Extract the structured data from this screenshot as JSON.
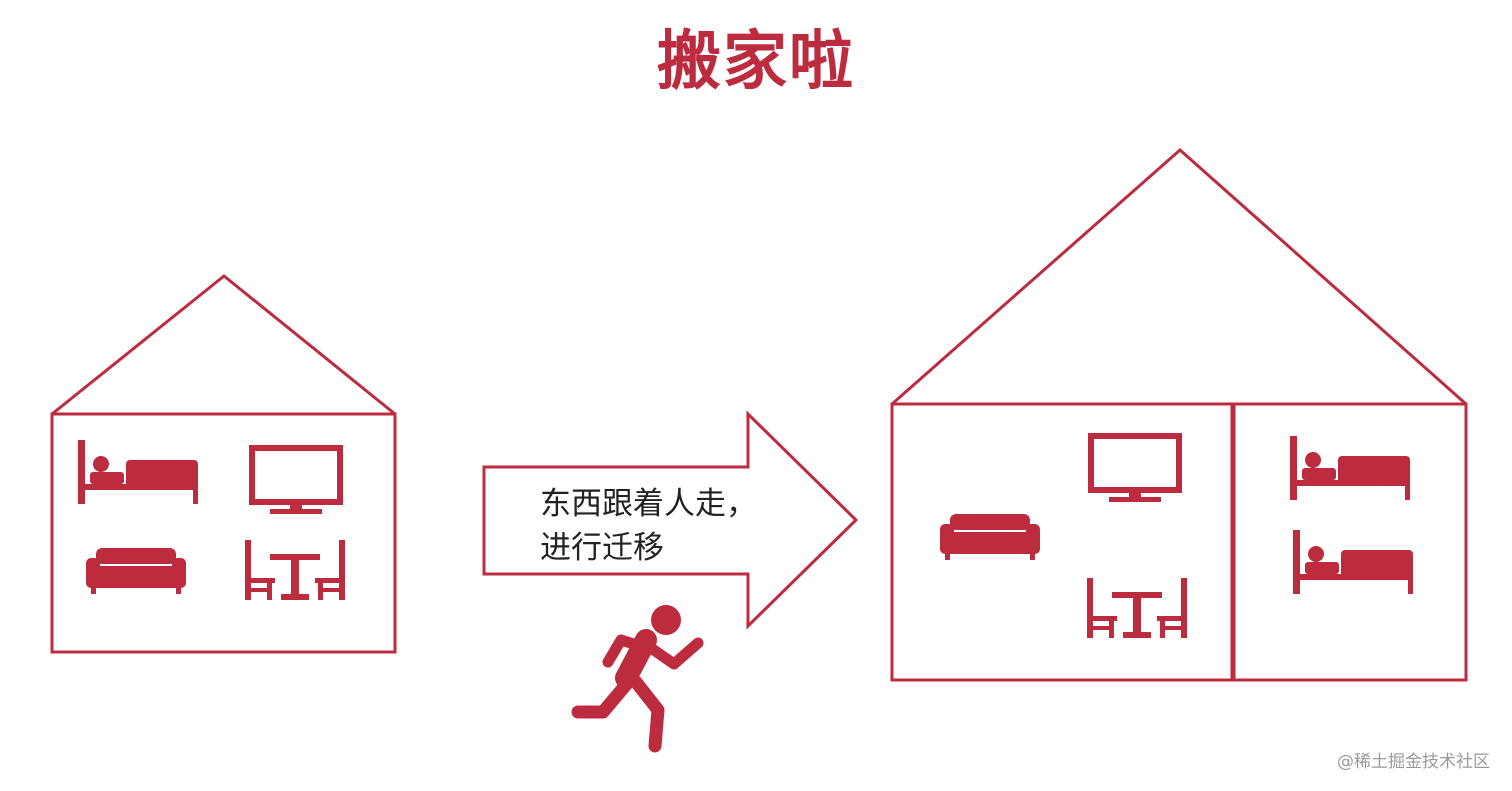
{
  "title": "搬家啦",
  "arrow_label": {
    "line1": "东西跟着人走，",
    "line2": "进行迁移"
  },
  "watermark": "@稀土掘金技术社区",
  "colors": {
    "accent": "#bd2b3f",
    "text": "#222222",
    "watermark": "#9a9a9a",
    "background": "#ffffff"
  },
  "old_house": {
    "icons": [
      "bed-icon",
      "tv-icon",
      "sofa-icon",
      "dining-table-icon"
    ]
  },
  "new_house": {
    "main_room_icons": [
      "sofa-icon",
      "tv-icon",
      "dining-table-icon"
    ],
    "side_room_icons": [
      "bed-icon",
      "bed-icon"
    ]
  },
  "mover_icon": "running-person-icon"
}
